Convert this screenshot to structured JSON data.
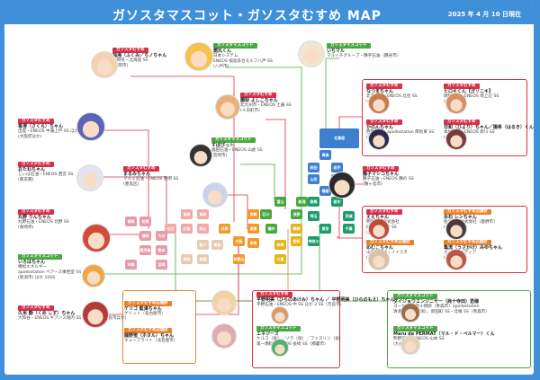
{
  "title": "ガソスタマスコット・ガソスタむすめ MAP",
  "date": "2025 年 4 月 10 日現在",
  "colors": {
    "frame": "#3f90d8",
    "musume": "#d9304a",
    "mascot": "#48a840",
    "store": "#e8832a"
  },
  "cards": [
    {
      "tag": "ガソスタむすめ",
      "name": "福海（ふくみ／ちノちゃん",
      "body": "福岡県・北海道 SS\n(福岡市)"
    },
    {
      "tag": "ガソスタマスコット",
      "name": "燃丸くん",
      "body": "日本システム\nENEOS 福島多治モルフ八戸 SS\n(八戸市)"
    },
    {
      "tag": "ガソスタむすめ",
      "name": "園梨 よしこちゃん",
      "body": "北九州市・ENEOS 土器 SS\n(十日町市)"
    },
    {
      "tag": "ガソスタマスコット",
      "name": "いちマル",
      "body": "マルイチグループ・鶴手石油（鶴谷市）"
    },
    {
      "tag": "ガソスタむすめ",
      "name": "香澄（さくら）ちゃん",
      "body": "出雲・ENEOS 中蒲上戸 SS ほか 7SS\n(大阪府ほか)"
    },
    {
      "tag": "ガソスタマスコット",
      "name": "すぽぴっト",
      "body": "福田石油・ENEOS 山倉 SS\n(宮崎市)"
    },
    {
      "tag": "ガソスタむすめ",
      "name": "おたねちゃん",
      "body": "じぃば石油・ENEOS 西宮 SS\n(東京都)"
    },
    {
      "tag": "ガソスタむすめ",
      "name": "まるみちゃん",
      "body": "マルミ石油・ENEOS 豊明 SS\n(豊島区)"
    },
    {
      "tag": "ガソスタむすめ",
      "name": "丸野 りんちゃん",
      "body": "丸野石油・ENEOS 北野 SS\n(長崎県)"
    },
    {
      "tag": "ガソスタマスコット",
      "name": "いろはちゃん",
      "body": "樽松エネルギー\napollostation べアース東岩室 SS\n(新潟市) ほか 10SS"
    },
    {
      "tag": "ガソスタむすめ",
      "name": "久米 静（くめ しず）ちゃん",
      "body": "大和谷・ENEOS ギアンス堀内 SS ほか 1SS（奈良市ほか）"
    },
    {
      "tag": "ガソスタむすめ店舗計",
      "name": "ケリゴ 藍澤ちゃん",
      "body": "ゲリット（名古屋市）"
    },
    {
      "tag": "ガソスタむすめ店舗計",
      "name": "龍野蛍（ホタル）ちゃん",
      "body": "キューブライト（北名屋市）"
    },
    {
      "tag": "ガソスタむすめ",
      "name": "平野明美（ひらのあけみ）ちゃん ／ 平野明美（ひらのもえ）ちゃん",
      "body": "平野石油・ENEOS 中 SS ほか 2 SS（奈良市）"
    },
    {
      "tag": "ガソスタマスコット",
      "name": "エネジーズ",
      "body": "ケルス（仮）／ソラ（仮）／ファスリン（仮）\n第一燃料・ENEOS 長崎 SS（那覇市）"
    },
    {
      "tag": "ガソスタマスコット",
      "name": "ダイジョウエンジニヤー（商十寺田）君様",
      "body": "ゴーヒット 第十燃研（青森市）apollostation\n清清出 SS（新潟）、新田町 SS・北根 SS（青森市）"
    },
    {
      "tag": "ガソスタマスコット",
      "name": "Maru de PERMAT（マル・ド・ペルマー）くん",
      "body": "熊野石油・ENEOS 山本 SS\n(九州市)"
    },
    {
      "tag": "ガソスタむすめ",
      "name": "なつまちゃん",
      "body": "北海商店・ENEOS 北見 SS\n(北見市)"
    },
    {
      "tag": "ガソスタむすめ",
      "name": "ヒロキくん【ガソニキ】",
      "body": "燃料工業・ENEOS 南上辺 SS\n(奈良市)"
    },
    {
      "tag": "ガソスタむすめ",
      "name": "かのんちゃん",
      "body": "西都石油・apollostation 厚別東 SS\n(札幌市)"
    },
    {
      "tag": "ガソスタむすめ",
      "name": "日和（ひより）ちゃん／陽希（はるき）くん",
      "body": "本村石油・ENEOS 新川 SS\n(札幌市)"
    },
    {
      "tag": "ガソスタむすめ",
      "name": "鶴子マシコちゃん",
      "body": "鶴子石油・ENEOS 鶴の SS\n(鶴ヶ島市)"
    },
    {
      "tag": "ガソスタむすめ",
      "name": "ええちゃん",
      "body": "明星産業株式会社\nENEOS 海星 SS\n(宮崎市)"
    },
    {
      "tag": "ガソスタむすめ店舗計",
      "name": "永石 レンちゃん",
      "body": "伯父石油株式会社（鹿野市）\n(千代田区)"
    },
    {
      "tag": "ガソスタむすめ店舗計",
      "name": "めむこちゃん",
      "body": "山口植物油・イイスタ\n(千代田区)"
    },
    {
      "tag": "ガソスタむすめ店舗計",
      "name": "亀流（うさかけ）みゆちゃん",
      "body": "カーフロンティア\n(千代田区)"
    }
  ],
  "regions": [
    {
      "label": "北海道",
      "color": "#3f7fd0"
    },
    {
      "label": "青森",
      "color": "#3f7fd0"
    },
    {
      "label": "秋田",
      "color": "#3f7fd0"
    },
    {
      "label": "岩手",
      "color": "#3f7fd0"
    },
    {
      "label": "山形",
      "color": "#3f7fd0"
    },
    {
      "label": "宮城",
      "color": "#3f7fd0"
    },
    {
      "label": "福島",
      "color": "#3f7fd0"
    },
    {
      "label": "新潟",
      "color": "#48a840"
    },
    {
      "label": "富山",
      "color": "#48a840"
    },
    {
      "label": "石川",
      "color": "#48a840"
    },
    {
      "label": "福井",
      "color": "#48a840"
    },
    {
      "label": "長野",
      "color": "#48a840"
    },
    {
      "label": "群馬",
      "color": "#1c9c6c"
    },
    {
      "label": "栃木",
      "color": "#1c9c6c"
    },
    {
      "label": "茨城",
      "color": "#1c9c6c"
    },
    {
      "label": "埼玉",
      "color": "#1c9c6c"
    },
    {
      "label": "東京",
      "color": "#1c9c6c"
    },
    {
      "label": "千葉",
      "color": "#1c9c6c"
    },
    {
      "label": "神奈川",
      "color": "#1c9c6c"
    },
    {
      "label": "岐阜",
      "color": "#e2b520"
    },
    {
      "label": "静岡",
      "color": "#e2b520"
    },
    {
      "label": "愛知",
      "color": "#e2b520"
    },
    {
      "label": "三重",
      "color": "#e2b520"
    },
    {
      "label": "滋賀",
      "color": "#f09a2a"
    },
    {
      "label": "京都",
      "color": "#f09a2a"
    },
    {
      "label": "兵庫",
      "color": "#f09a2a"
    },
    {
      "label": "大阪",
      "color": "#f09a2a"
    },
    {
      "label": "奈良",
      "color": "#f09a2a"
    },
    {
      "label": "和歌山",
      "color": "#f09a2a"
    },
    {
      "label": "鳥取",
      "color": "#f2a9a4"
    },
    {
      "label": "島根",
      "color": "#f2a9a4"
    },
    {
      "label": "岡山",
      "color": "#f2a9a4"
    },
    {
      "label": "広島",
      "color": "#f2a9a4"
    },
    {
      "label": "山口",
      "color": "#f2a9a4"
    },
    {
      "label": "香川",
      "color": "#e8c9b2"
    },
    {
      "label": "徳島",
      "color": "#e8c9b2"
    },
    {
      "label": "愛媛",
      "color": "#e8c9b2"
    },
    {
      "label": "高知",
      "color": "#e8c9b2"
    },
    {
      "label": "福岡",
      "color": "#e79aa8"
    },
    {
      "label": "佐賀",
      "color": "#e79aa8"
    },
    {
      "label": "長崎",
      "color": "#e79aa8"
    },
    {
      "label": "大分",
      "color": "#e79aa8"
    },
    {
      "label": "熊本",
      "color": "#e79aa8"
    },
    {
      "label": "宮崎",
      "color": "#e79aa8"
    },
    {
      "label": "鹿児島",
      "color": "#e79aa8"
    },
    {
      "label": "沖縄",
      "color": "#e79aa8"
    }
  ]
}
